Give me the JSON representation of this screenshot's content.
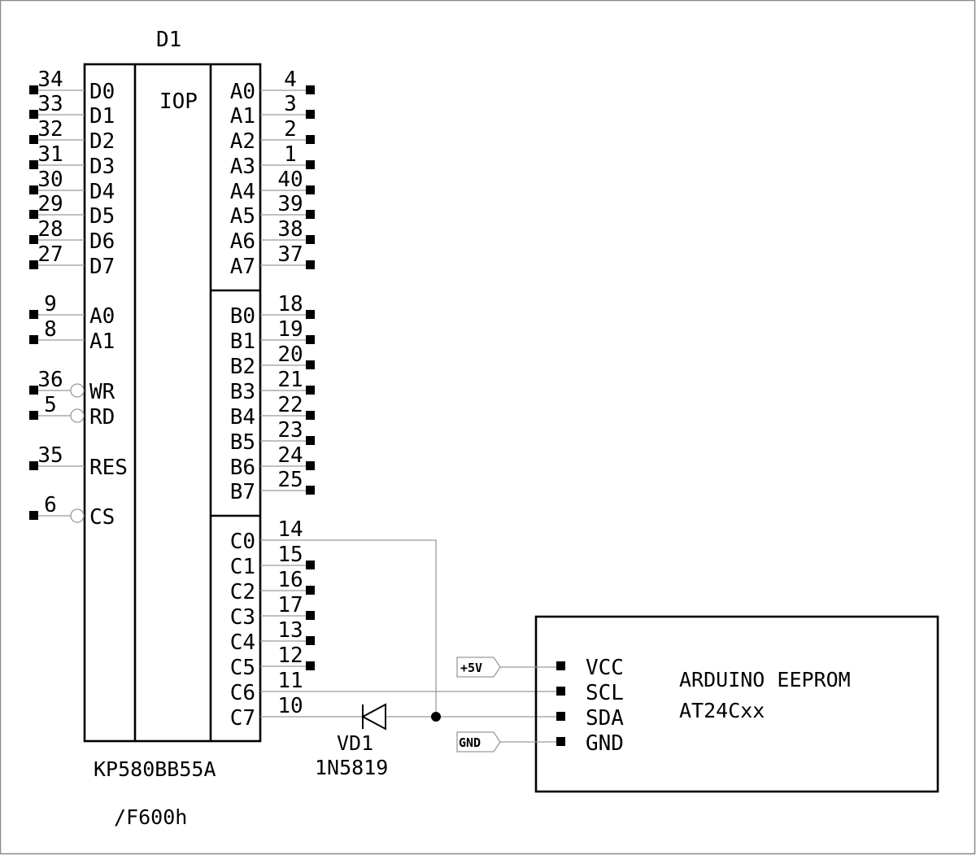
{
  "chip": {
    "ref": "D1",
    "func": "IOP",
    "part": "КР580ВВ55А",
    "addr": "/F600h",
    "left_pins": [
      {
        "num": "34",
        "name": "D0"
      },
      {
        "num": "33",
        "name": "D1"
      },
      {
        "num": "32",
        "name": "D2"
      },
      {
        "num": "31",
        "name": "D3"
      },
      {
        "num": "30",
        "name": "D4"
      },
      {
        "num": "29",
        "name": "D5"
      },
      {
        "num": "28",
        "name": "D6"
      },
      {
        "num": "27",
        "name": "D7"
      },
      {
        "num": "9",
        "name": "A0"
      },
      {
        "num": "8",
        "name": "A1"
      },
      {
        "num": "36",
        "name": "WR"
      },
      {
        "num": "5",
        "name": "RD"
      },
      {
        "num": "35",
        "name": "RES"
      },
      {
        "num": "6",
        "name": "CS"
      }
    ],
    "port_a": [
      {
        "num": "4",
        "name": "A0"
      },
      {
        "num": "3",
        "name": "A1"
      },
      {
        "num": "2",
        "name": "A2"
      },
      {
        "num": "1",
        "name": "A3"
      },
      {
        "num": "40",
        "name": "A4"
      },
      {
        "num": "39",
        "name": "A5"
      },
      {
        "num": "38",
        "name": "A6"
      },
      {
        "num": "37",
        "name": "A7"
      }
    ],
    "port_b": [
      {
        "num": "18",
        "name": "B0"
      },
      {
        "num": "19",
        "name": "B1"
      },
      {
        "num": "20",
        "name": "B2"
      },
      {
        "num": "21",
        "name": "B3"
      },
      {
        "num": "22",
        "name": "B4"
      },
      {
        "num": "23",
        "name": "B5"
      },
      {
        "num": "24",
        "name": "B6"
      },
      {
        "num": "25",
        "name": "B7"
      }
    ],
    "port_c": [
      {
        "num": "14",
        "name": "C0"
      },
      {
        "num": "15",
        "name": "C1"
      },
      {
        "num": "16",
        "name": "C2"
      },
      {
        "num": "17",
        "name": "C3"
      },
      {
        "num": "13",
        "name": "C4"
      },
      {
        "num": "12",
        "name": "C5"
      },
      {
        "num": "11",
        "name": "C6"
      },
      {
        "num": "10",
        "name": "C7"
      }
    ]
  },
  "diode": {
    "ref": "VD1",
    "part": "1N5819"
  },
  "eeprom": {
    "line1": "ARDUINO EEPROM",
    "line2": "AT24Cxx",
    "pins": [
      "VCC",
      "SCL",
      "SDA",
      "GND"
    ]
  },
  "power_flags": {
    "vcc": "+5V",
    "gnd": "GND"
  }
}
